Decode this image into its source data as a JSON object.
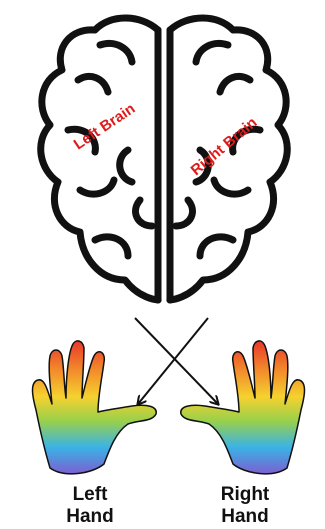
{
  "diagram": {
    "left_brain_label": "Left Brain",
    "right_brain_label": "Right Brain",
    "left_hand_line1": "Left",
    "left_hand_line2": "Hand",
    "right_hand_line1": "Right",
    "right_hand_line2": "Hand"
  },
  "colors": {
    "outline": "#111111",
    "brain_text": "#e01b1b",
    "rainbow": [
      "#e8382b",
      "#f28b2b",
      "#f5d12f",
      "#9ad04a",
      "#3ab3e6",
      "#7b5fd1"
    ]
  },
  "icons": {
    "brain": "brain-icon",
    "left_hand": "left-hand-icon",
    "right_hand": "right-hand-icon",
    "arrows": "crossed-arrows"
  }
}
